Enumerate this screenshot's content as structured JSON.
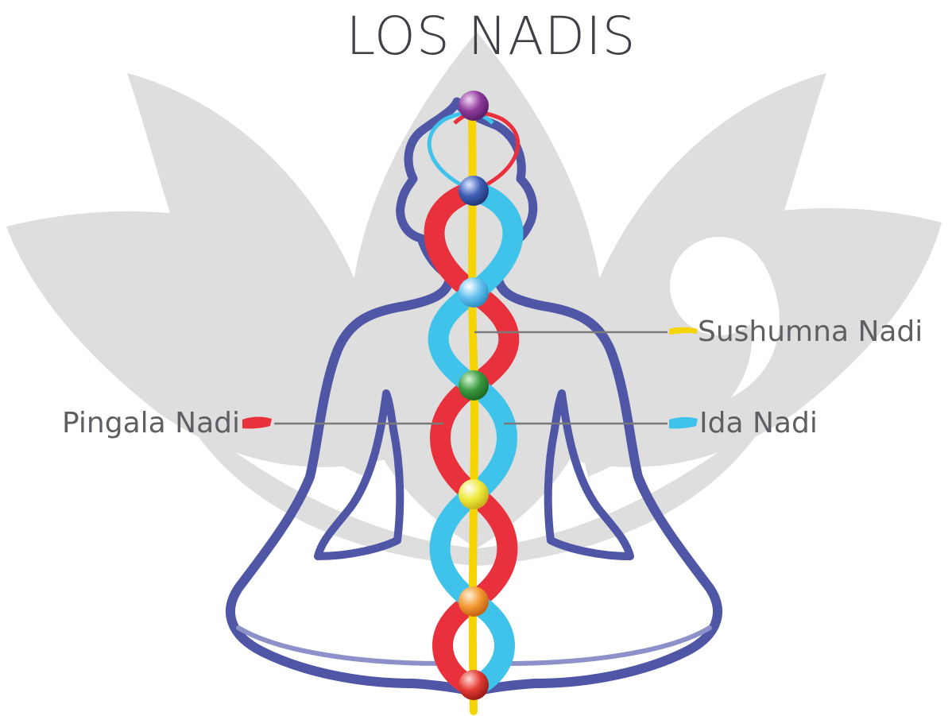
{
  "title": "LOS NADIS",
  "labels": {
    "sushumna": "Sushumna Nadi",
    "pingala": "Pingala Nadi",
    "ida": "Ida Nadi"
  },
  "colors": {
    "background_lotus": "#dedede",
    "body_outline": "#4f56a6",
    "ida_channel": "#3fc3ea",
    "pingala_channel": "#e8313d",
    "sushumna_channel": "#f6d400",
    "label_text": "#5e5f63",
    "leader_line": "#7a7a7a"
  },
  "chakras": [
    {
      "name": "crown",
      "color": "#8e3b9b"
    },
    {
      "name": "third-eye",
      "color": "#3e5fb8"
    },
    {
      "name": "throat",
      "color": "#66c2f0"
    },
    {
      "name": "heart",
      "color": "#3a9a3f"
    },
    {
      "name": "solar-plexus",
      "color": "#f0ea3c"
    },
    {
      "name": "sacral",
      "color": "#f39a33"
    },
    {
      "name": "root",
      "color": "#e33b33"
    }
  ]
}
